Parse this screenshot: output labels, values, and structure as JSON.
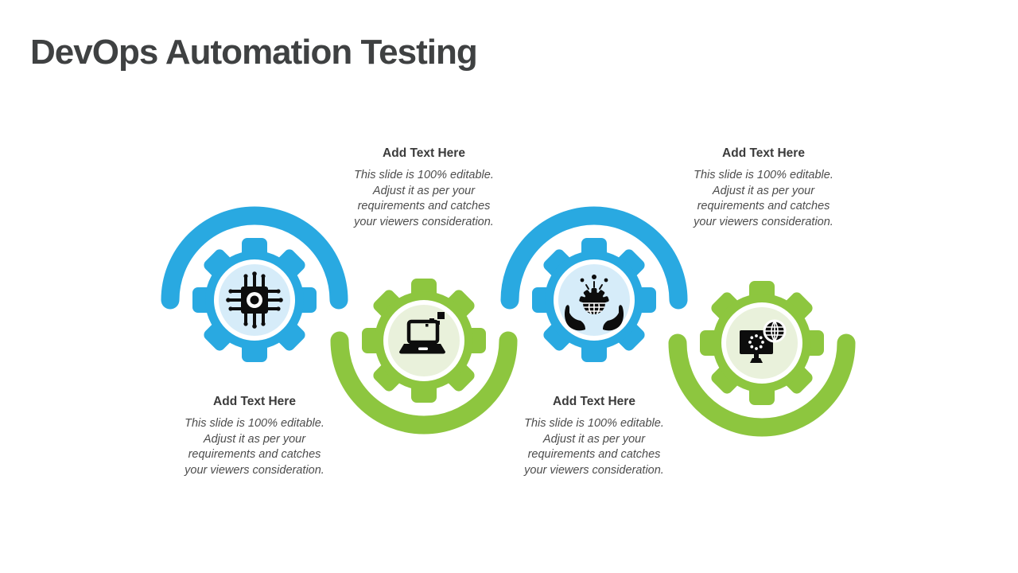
{
  "slide": {
    "title": "DevOps Automation Testing"
  },
  "colors": {
    "background": "#FFFFFF",
    "blue": "#29A9E1",
    "blue_light": "#D6ECF9",
    "green": "#8DC63F",
    "green_light": "#E9F1DB",
    "ink": "#0D0D0D",
    "title_color": "#3F4142",
    "heading_color": "#3B3B3B",
    "body_color": "#4D4D4D"
  },
  "units": [
    {
      "id": 1,
      "color": "blue",
      "arc_position": "top",
      "icon": "microchip-icon",
      "text_placement": "below",
      "heading": "Add Text Here",
      "body": "This slide is 100% editable. Adjust it as per your requirements and catches your viewers consideration."
    },
    {
      "id": 2,
      "color": "green",
      "arc_position": "bottom",
      "icon": "laptop-pixels-icon",
      "text_placement": "above",
      "heading": "Add Text Here",
      "body": "This slide is 100% editable. Adjust it as per your requirements and catches your viewers consideration."
    },
    {
      "id": 3,
      "color": "blue",
      "arc_position": "top",
      "icon": "hands-gear-globe-icon",
      "text_placement": "below",
      "heading": "Add Text Here",
      "body": "This slide is 100% editable. Adjust it as per your requirements and catches your viewers consideration."
    },
    {
      "id": 4,
      "color": "green",
      "arc_position": "bottom",
      "icon": "monitor-globe-icon",
      "text_placement": "above",
      "heading": "Add Text Here",
      "body": "This slide is 100% editable. Adjust it as per your requirements and catches your viewers consideration."
    }
  ]
}
